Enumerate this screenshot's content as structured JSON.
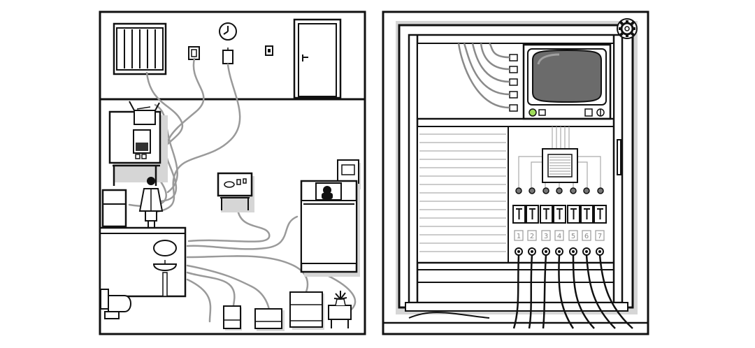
{
  "scene": {
    "left_panel": "room-map",
    "right_panel": "control-cabinet"
  },
  "gear_icon": "gear-icon",
  "switch_numbers": [
    "1",
    "2",
    "3",
    "4",
    "5",
    "6",
    "7"
  ],
  "switch_states": [
    "up",
    "up",
    "up",
    "up",
    "up",
    "up",
    "up"
  ],
  "monitor_led_color": "#9fdc5a",
  "colors": {
    "line": "#111111",
    "wire": "#9a9a9a",
    "shadow": "#d6d6d6",
    "screen": "#6b6b6b"
  }
}
